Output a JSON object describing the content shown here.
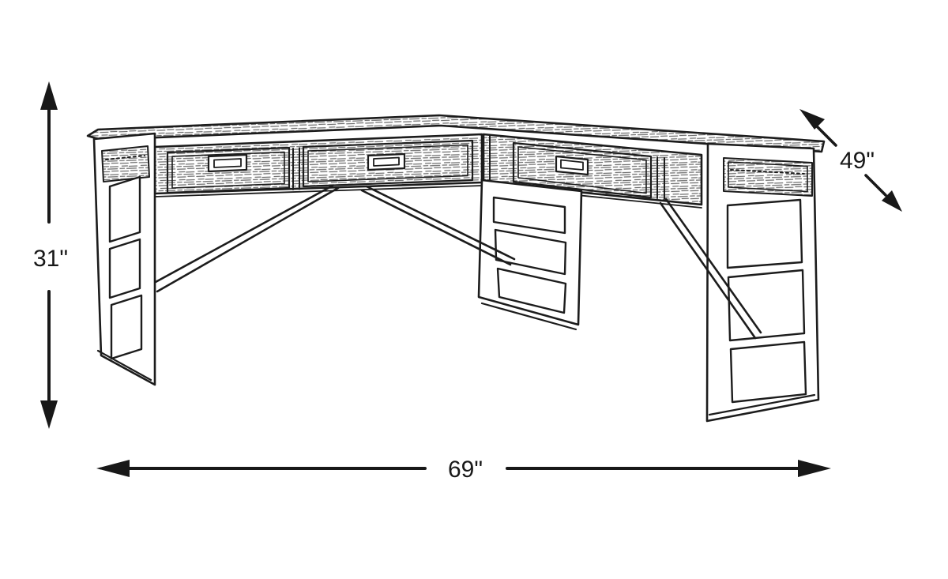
{
  "diagram": {
    "type": "furniture-dimension-line-drawing",
    "subject": "L-shaped corner desk with ladder-frame legs, three drawers and diagonal cross braces",
    "background_color": "#ffffff",
    "line_color": "#1c1c1c",
    "label_color": "#181818",
    "dimensions": {
      "height": {
        "label": "31\"",
        "value_inches": 31,
        "orientation": "vertical",
        "position": "left"
      },
      "width": {
        "label": "69\"",
        "value_inches": 69,
        "orientation": "horizontal",
        "position": "bottom"
      },
      "depth": {
        "label": "49\"",
        "value_inches": 49,
        "orientation": "diagonal",
        "position": "upper-right"
      }
    },
    "icons": {
      "arrowhead_up": "▲",
      "arrowhead_down": "▼",
      "arrowhead_left": "◀",
      "arrowhead_right": "▶",
      "arrowhead_up_left": "◤",
      "arrowhead_down_right": "◢"
    }
  }
}
